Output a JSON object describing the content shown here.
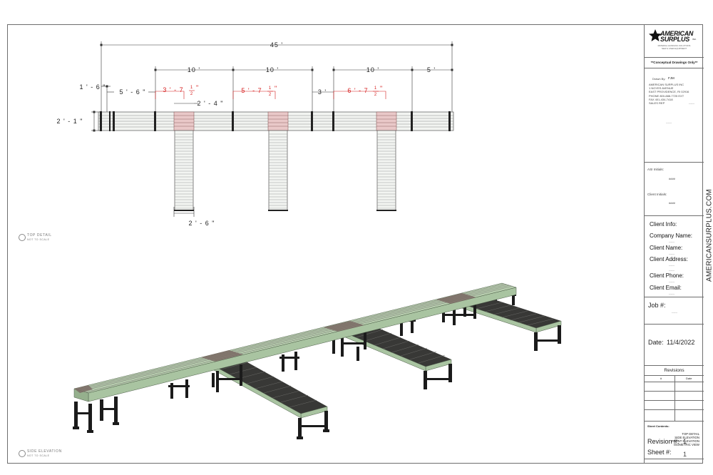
{
  "dimensions": {
    "overall": "45 '",
    "seg1": "10 '",
    "seg2": "10 '",
    "seg3": "10 '",
    "seg4": "5 '",
    "left_offset_v": "1 ' - 6 \"",
    "left_offset_h": "5 ' - 6 \"",
    "width_main": "2 ' - 1 \"",
    "spur_width": "2 ' - 4 \"",
    "spur_length": "2 ' - 6 \"",
    "gap_3": "3 '",
    "red1": "3 ' - 7",
    "red2": "5 ' - 7",
    "red3": "6 ' - 7",
    "frac_num": "1",
    "frac_den": "2"
  },
  "views": {
    "top_label": "TOP DETAIL",
    "side_label": "SIDE ELEVATION",
    "not_to_scale": "NOT TO SCALE"
  },
  "title_block": {
    "brand_line1": "AMERICAN",
    "brand_line2": "SURPLUS",
    "brand_suffix": "INC.",
    "brand_sub1": "MATERIAL HANDLING SOLUTIONS",
    "brand_sub2": "NEW & USED EQUIPMENT",
    "conceptual": "**Conceptual Drawings Only**",
    "drawn_by_label": "Drawn By:",
    "drawn_by_value": "FJM",
    "company_lines": [
      "AMERICAN SURPLUS INC",
      "1 NOYES AVENUE",
      "EAST PROVIDENCE, RI 02916",
      "PHONE 800-888-7725  EXT",
      "FAX 401-434-7418",
      "SALES REP"
    ],
    "phone_ext": "------",
    "sales_rep_value": "------",
    "asi_initials_label": "ASI Initials:",
    "asi_initials_value": "####",
    "client_initials_label": "Client Initials:",
    "client_initials_value": "####",
    "client_info": "Client Info:",
    "company_name": "Company Name:",
    "client_name": "Client Name:",
    "client_address": "Client Address:",
    "client_phone": "Client Phone:",
    "client_email": "Client Email:",
    "blank": "------",
    "job_label": "Job #:",
    "job_value": "------",
    "date_label": "Date:",
    "date_value": "11/4/2022",
    "revisions_label": "Revisions",
    "rev_col1": "#",
    "rev_col2": "Date",
    "sheet_contents_label": "Sheet Contents:",
    "sheet_contents": [
      "TOP DETAIL",
      "SIDE ELEVATION",
      "FRONT ELEVATION",
      "ISOMETRIC VIEW"
    ],
    "revision_label": "Revision #:",
    "revision_value": "1",
    "sheet_label": "Sheet #:",
    "sheet_value": "1"
  },
  "website": "AMERICANSURPLUS.COM",
  "colors": {
    "frame_green": "#a9c4a1",
    "belt_dark": "#3a3a38",
    "red_dim": "#d61e1e",
    "steel": "#1b1b1b"
  }
}
